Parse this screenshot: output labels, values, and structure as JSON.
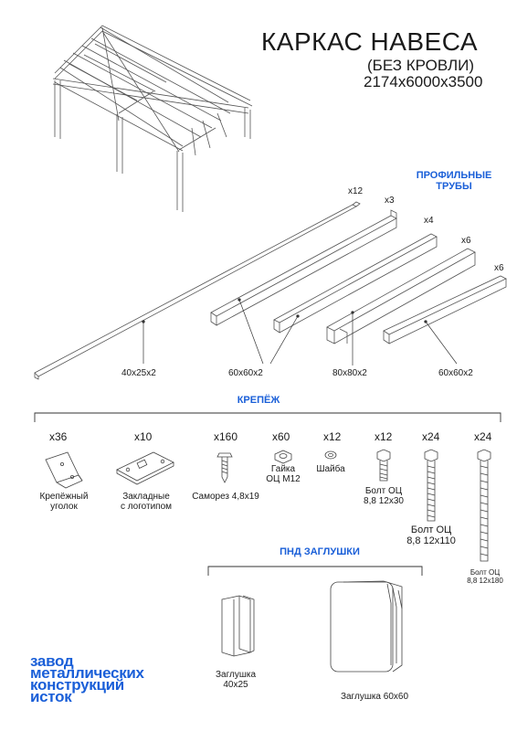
{
  "header": {
    "title": "КАРКАС НАВЕСА",
    "subtitle": "(БЕЗ КРОВЛИ)",
    "dimensions": "2174x6000x3500"
  },
  "pipes": {
    "section_title_line1": "ПРОФИЛЬНЫЕ",
    "section_title_line2": "ТРУБЫ",
    "items": [
      {
        "qty": "x12"
      },
      {
        "qty": "x3"
      },
      {
        "qty": "x4"
      },
      {
        "qty": "x6"
      },
      {
        "qty": "x6"
      }
    ],
    "labels": [
      "40x25x2",
      "60x60x2",
      "80x80x2",
      "60x60x2"
    ]
  },
  "fasteners": {
    "section_title": "КРЕПЁЖ",
    "items": [
      {
        "qty": "x36",
        "label_line1": "Крепёжный",
        "label_line2": "уголок"
      },
      {
        "qty": "x10",
        "label_line1": "Закладные",
        "label_line2": "с логотипом"
      },
      {
        "qty": "x160",
        "label_line1": "Саморез 4,8x19",
        "label_line2": ""
      },
      {
        "qty": "x60",
        "label_line1": "Гайка",
        "label_line2": "ОЦ М12"
      },
      {
        "qty": "x12",
        "label_line1": "Шайба",
        "label_line2": ""
      },
      {
        "qty": "x12",
        "label_line1": "Болт ОЦ",
        "label_line2": "8,8 12x30"
      },
      {
        "qty": "x24",
        "label_line1": "Болт ОЦ",
        "label_line2": "8,8 12x110"
      },
      {
        "qty": "x24",
        "label_line1": "Болт ОЦ",
        "label_line2": "8,8 12x180"
      }
    ]
  },
  "caps": {
    "section_title": "ПНД ЗАГЛУШКИ",
    "items": [
      {
        "label_line1": "Заглушка",
        "label_line2": "40x25"
      },
      {
        "label_line1": "Заглушка 60x60",
        "label_line2": ""
      }
    ]
  },
  "brand": {
    "line1": "завод",
    "line2": "металлических",
    "line3": "конструкций",
    "line4": "исток",
    "color": "#1a5fd8"
  }
}
